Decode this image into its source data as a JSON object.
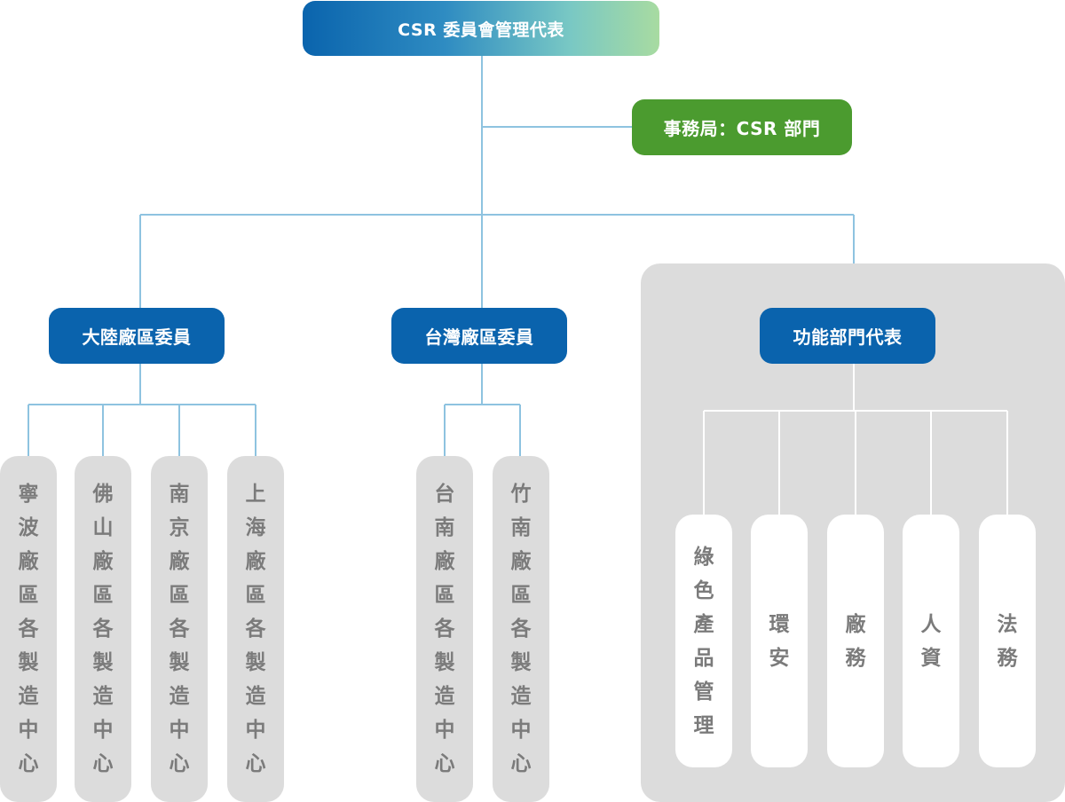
{
  "root": {
    "label": "CSR 委員會管理代表"
  },
  "secretariat": {
    "label": "事務局：CSR 部門"
  },
  "committees": [
    {
      "label": "大陸廠區委員"
    },
    {
      "label": "台灣廠區委員"
    },
    {
      "label": "功能部門代表"
    }
  ],
  "mainland_units": [
    {
      "label": "寧波廠區各製造中心"
    },
    {
      "label": "佛山廠區各製造中心"
    },
    {
      "label": "南京廠區各製造中心"
    },
    {
      "label": "上海廠區各製造中心"
    }
  ],
  "taiwan_units": [
    {
      "label": "台南廠區各製造中心"
    },
    {
      "label": "竹南廠區各製造中心"
    }
  ],
  "functional_units": [
    {
      "label": "綠色產品管理"
    },
    {
      "label": "環安"
    },
    {
      "label": "廠務"
    },
    {
      "label": "人資"
    },
    {
      "label": "法務"
    }
  ],
  "colors": {
    "line": "#8ec3e0",
    "line_light": "#ffffff",
    "committee_blue": "#0a63ad",
    "secretariat_green": "#4b9b2f",
    "pill_gray": "#dcdcdc",
    "pill_text": "#7b7b7b"
  }
}
